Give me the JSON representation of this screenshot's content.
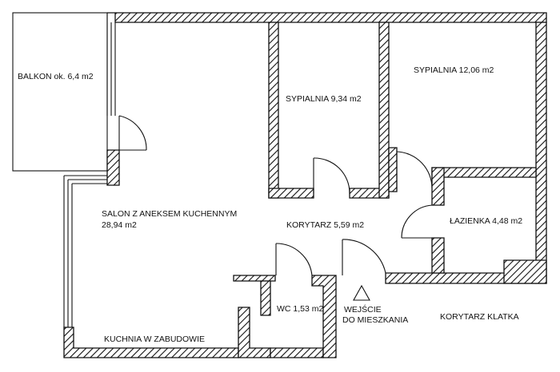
{
  "rooms": {
    "balkon": "BALKON  ok. 6,4 m2",
    "sypialnia_small": "SYPIALNIA 9,34 m2",
    "sypialnia_large": "SYPIALNIA 12,06 m2",
    "salon_line1": "SALON Z ANEKSEM KUCHENNYM",
    "salon_line2": "28,94  m2",
    "korytarz": "KORYTARZ 5,59 m2",
    "lazienka": "ŁAZIENKA 4,48 m2",
    "wc": "WC 1,53 m2",
    "wejscie_line1": "WEJŚCIE",
    "wejscie_line2": "DO MIESZKANIA",
    "korytarz_klatka": "KORYTARZ KLATKA",
    "kuchnia": "KUCHNIA W ZABUDOWIE"
  },
  "colors": {
    "wall_line": "#111111",
    "background": "#ffffff"
  }
}
